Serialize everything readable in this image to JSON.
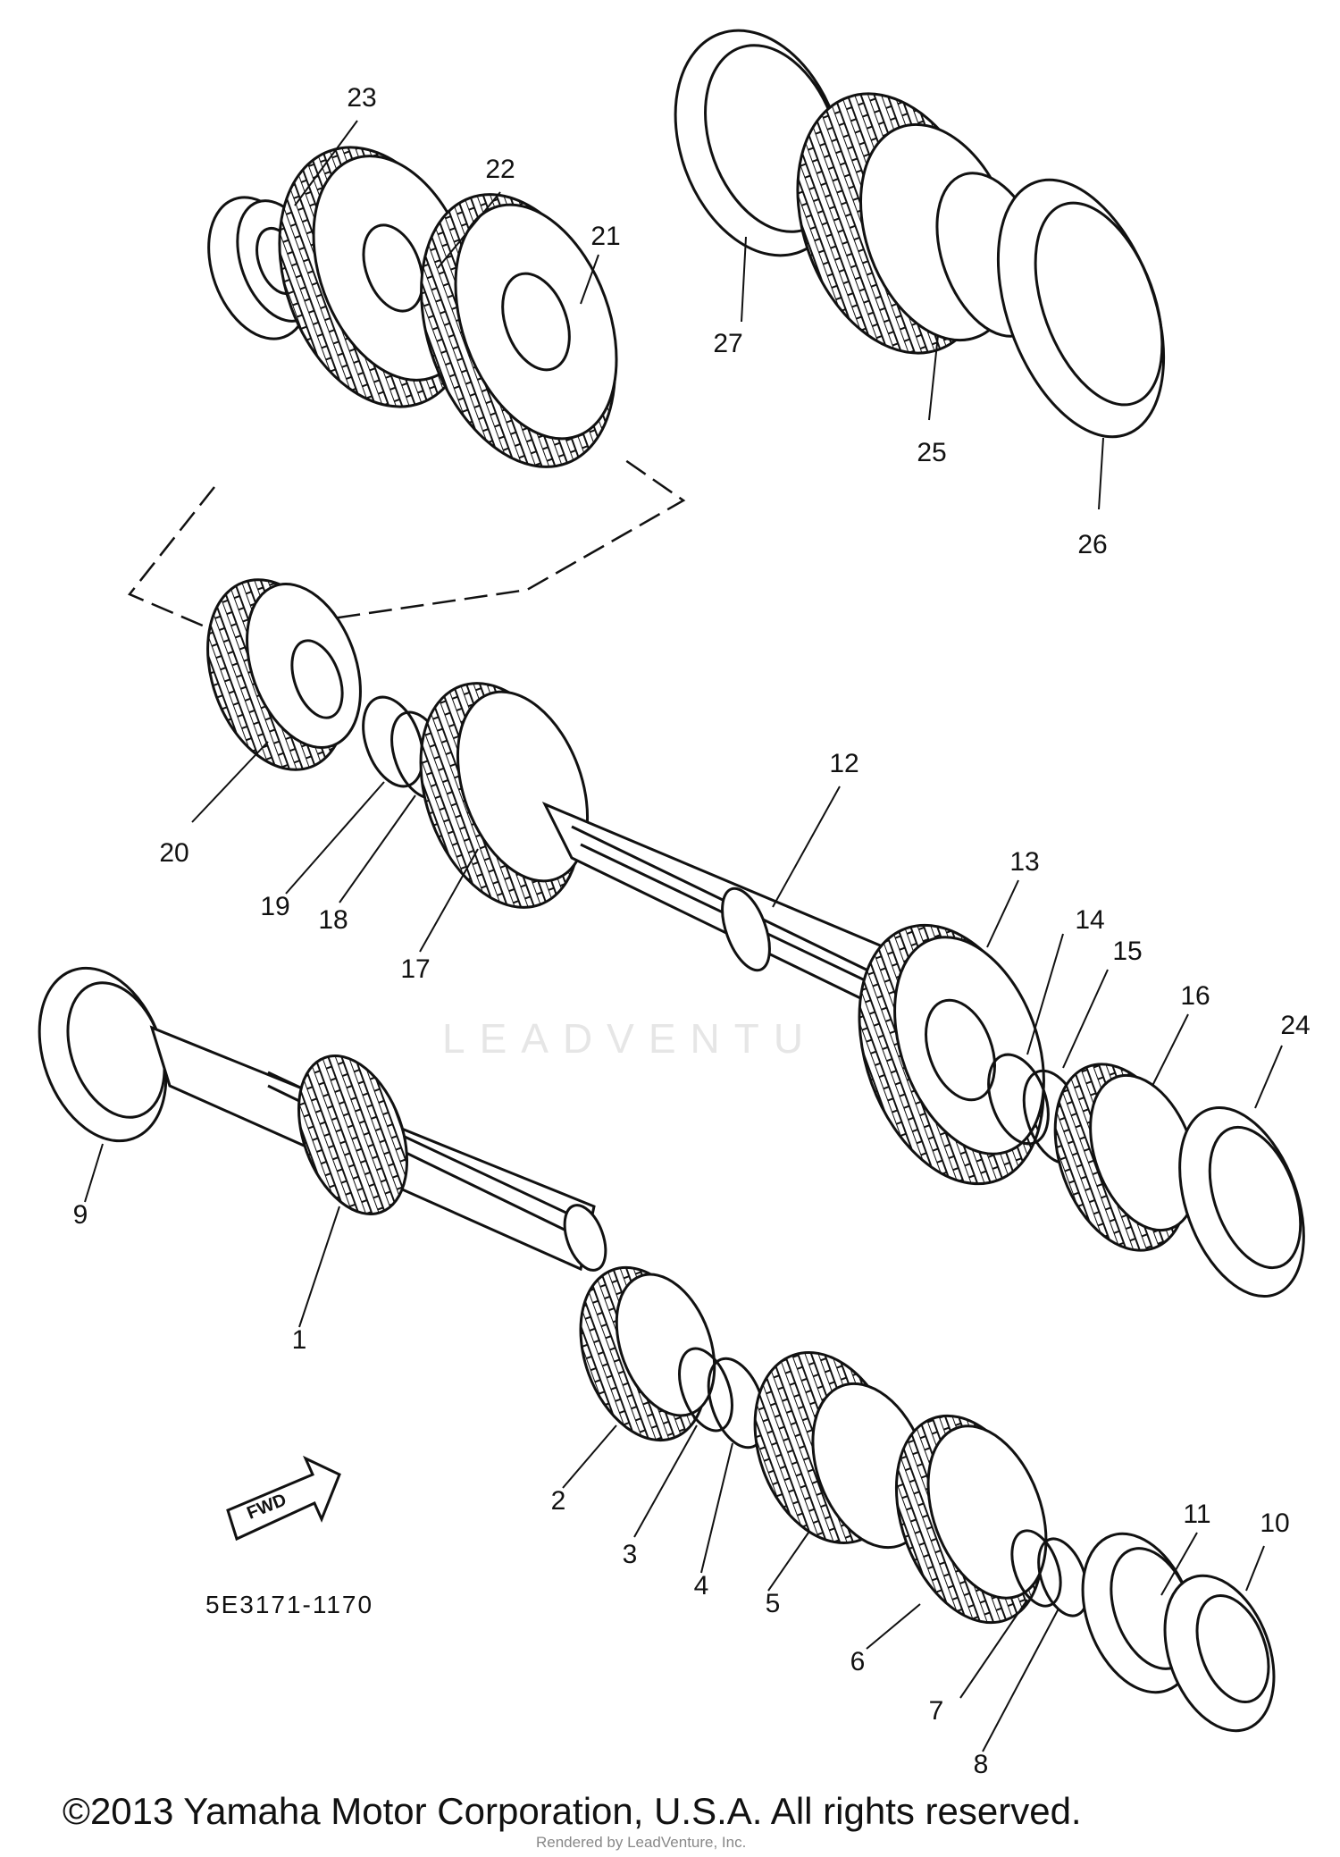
{
  "diagram_code": "5E3171-1170",
  "fwd_label": "FWD",
  "watermark": "LEADVENTU",
  "copyright": "©2013 Yamaha Motor Corporation, U.S.A. All rights reserved.",
  "credit": "Rendered by LeadVenture, Inc.",
  "parts": [
    {
      "id": "1"
    },
    {
      "id": "2"
    },
    {
      "id": "3"
    },
    {
      "id": "4"
    },
    {
      "id": "5"
    },
    {
      "id": "6"
    },
    {
      "id": "7"
    },
    {
      "id": "8"
    },
    {
      "id": "9"
    },
    {
      "id": "10"
    },
    {
      "id": "11"
    },
    {
      "id": "12"
    },
    {
      "id": "13"
    },
    {
      "id": "14"
    },
    {
      "id": "15"
    },
    {
      "id": "16"
    },
    {
      "id": "17"
    },
    {
      "id": "18"
    },
    {
      "id": "19"
    },
    {
      "id": "20"
    },
    {
      "id": "21"
    },
    {
      "id": "22"
    },
    {
      "id": "23"
    },
    {
      "id": "24"
    },
    {
      "id": "25"
    },
    {
      "id": "26"
    },
    {
      "id": "27"
    }
  ]
}
